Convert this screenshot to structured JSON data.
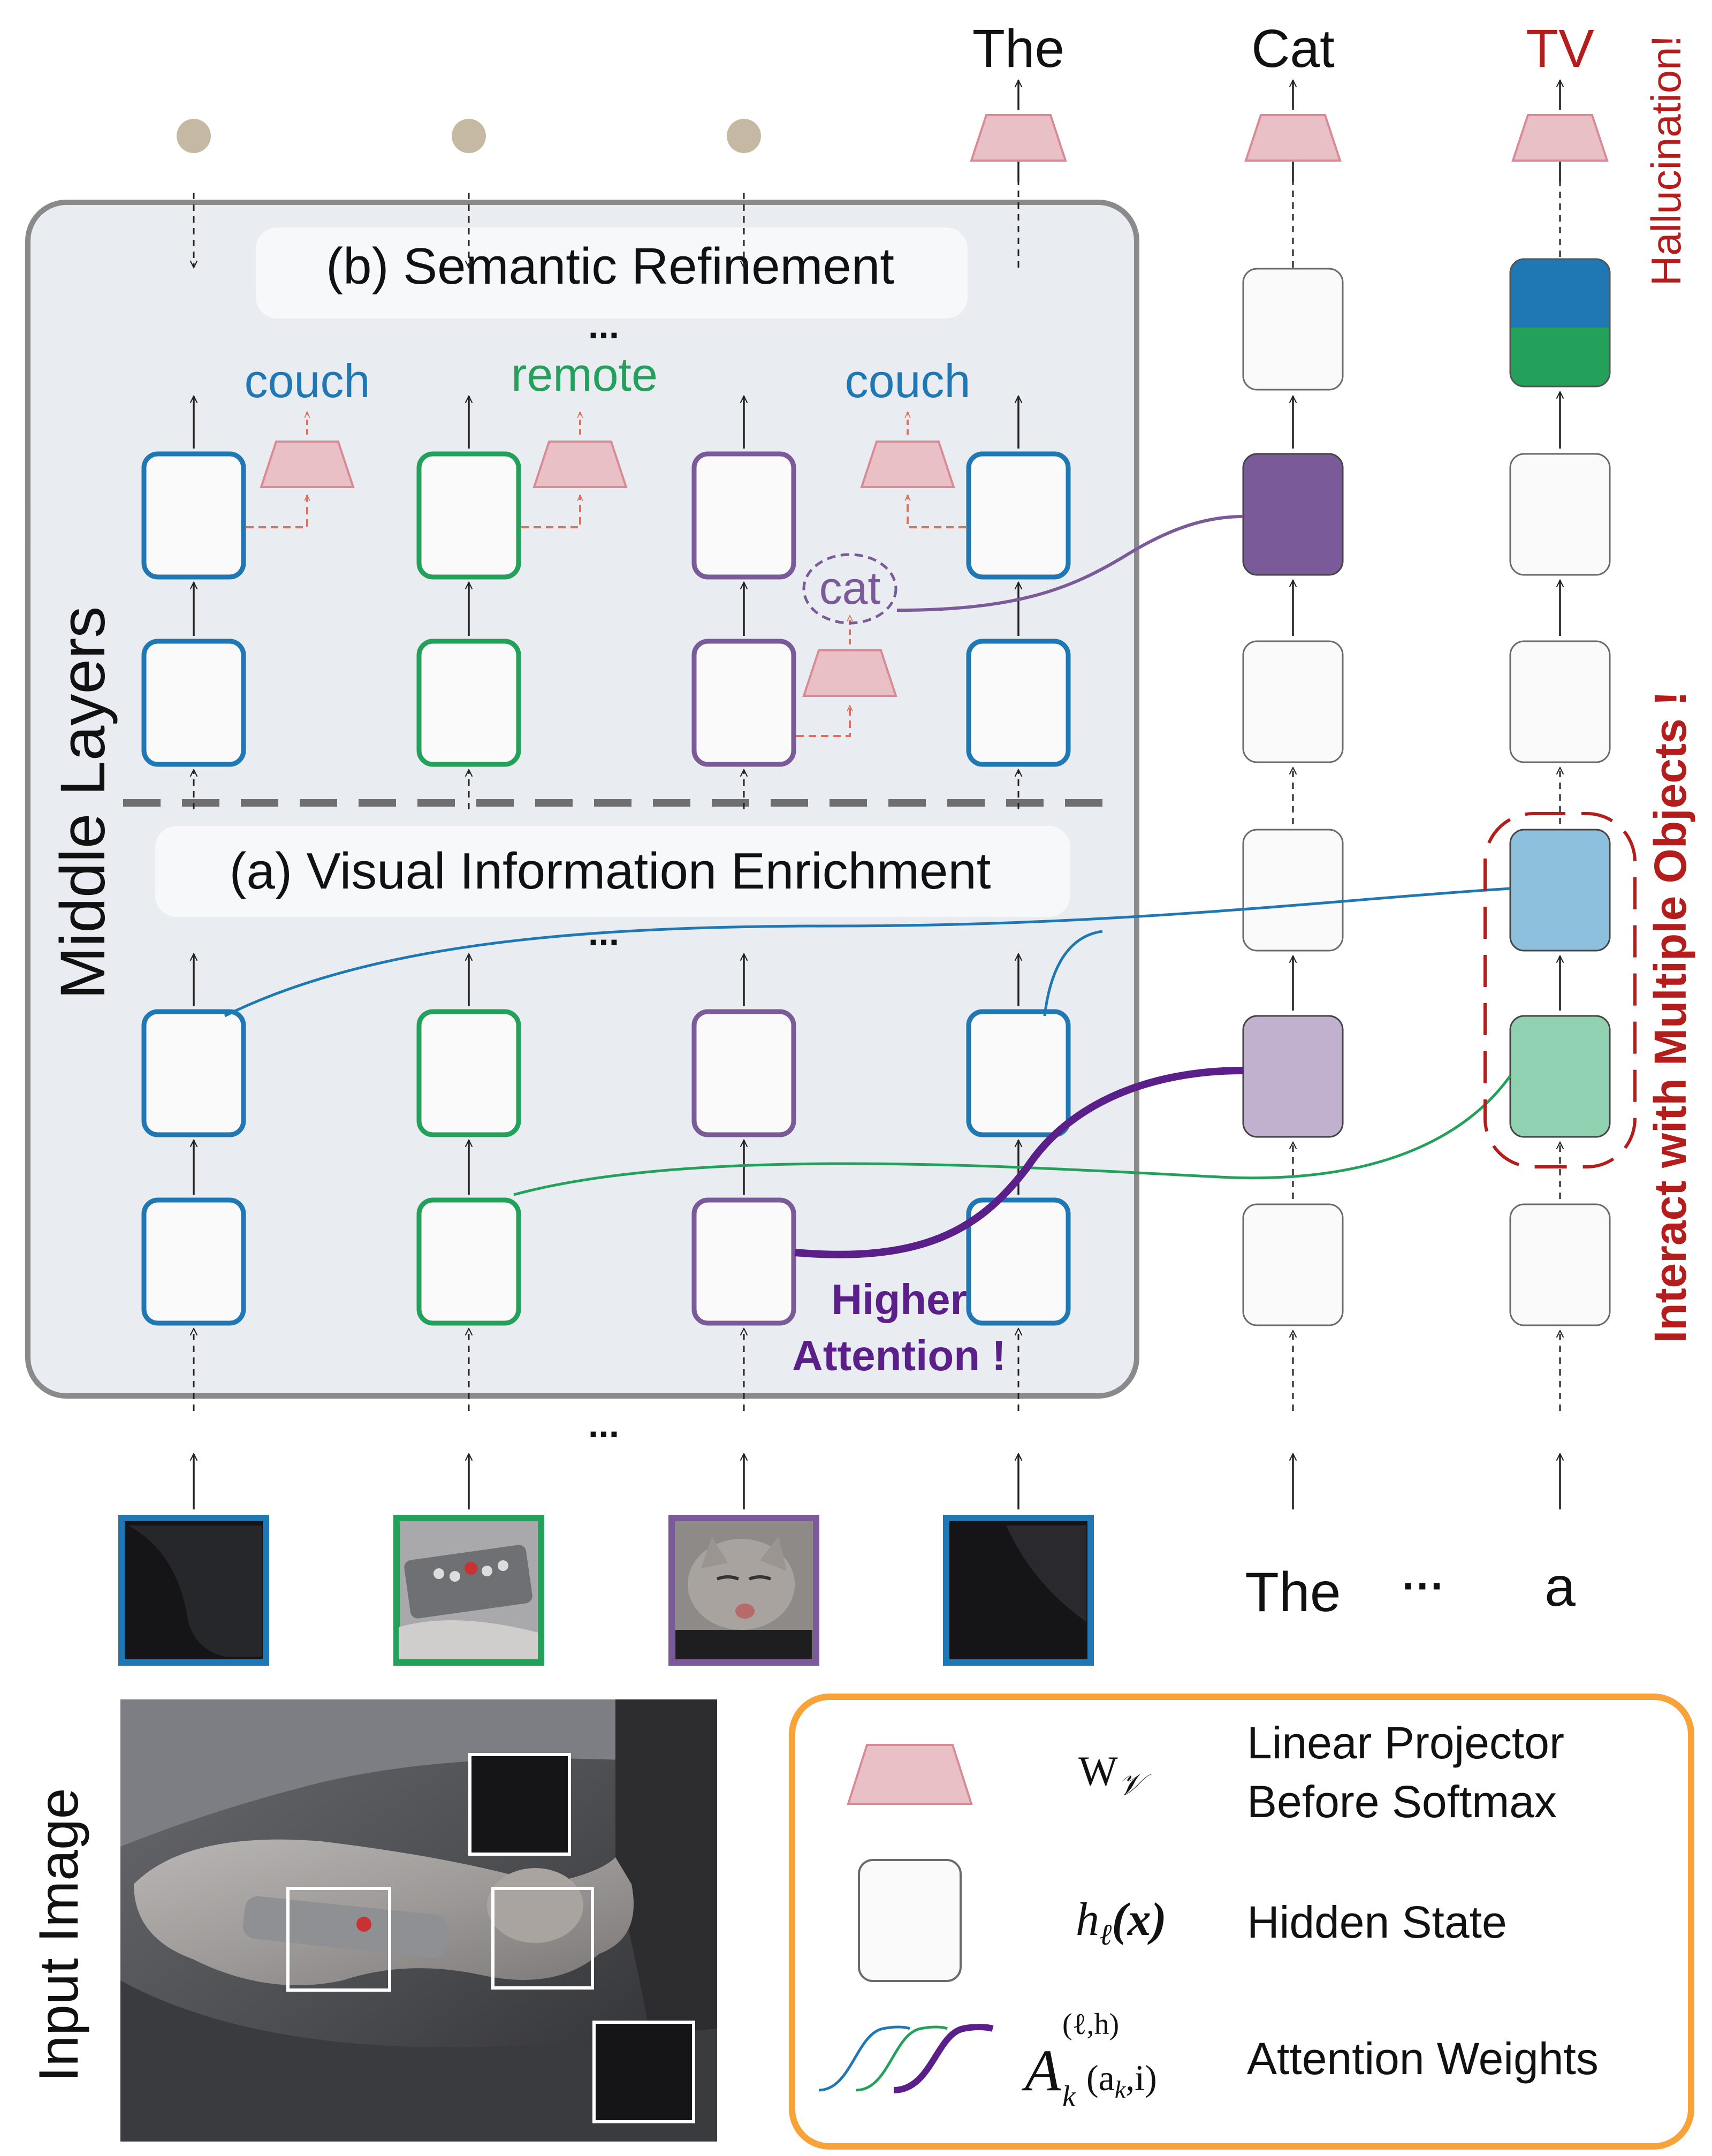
{
  "top_outputs": [
    "The",
    "Cat",
    "TV"
  ],
  "hallucination_label": "Hallucination!",
  "semantic_refinement_label": "(b) Semantic Refinement",
  "visual_enrichment_label": "(a) Visual Information Enrichment",
  "middle_layers_label": "Middle Layers",
  "ellipsis": "...",
  "word_labels": [
    "couch",
    "remote",
    "couch"
  ],
  "cat_label": "cat",
  "higher_attention_line1": "Higher",
  "higher_attention_line2": "Attention !",
  "interact_label": "Interact with Multiple Objects !",
  "bottom_tokens": [
    "The",
    "···",
    "a"
  ],
  "input_image_label": "Input Image",
  "legend": {
    "projector_symbol": "W",
    "projector_symbol_sub": "𝒱",
    "projector_desc_line1": "Linear Projector",
    "projector_desc_line2": "Before Softmax",
    "hidden_symbol": "h",
    "hidden_symbol_sub": "ℓ",
    "hidden_symbol_arg": "(x)",
    "hidden_desc": "Hidden State",
    "attention_symbol": "A",
    "attention_sup": "(ℓ,h)",
    "attention_sub": "k",
    "attention_arg": "(a",
    "attention_arg_sub": "k",
    "attention_arg_end": ",i)",
    "attention_desc": "Attention Weights"
  },
  "colors": {
    "blue": "#1f77b4",
    "green": "#23a05a",
    "purple": "#7b5a9a",
    "dark_purple": "#5b1f8a",
    "red": "#b51c1c",
    "pink_fill": "#e8c0c6",
    "pink_stroke": "#d98b95",
    "orange": "#f7a33a",
    "panel_fill": "#e9edf1",
    "panel_stroke": "#8a8a8a",
    "dot": "#c6b9a4"
  }
}
